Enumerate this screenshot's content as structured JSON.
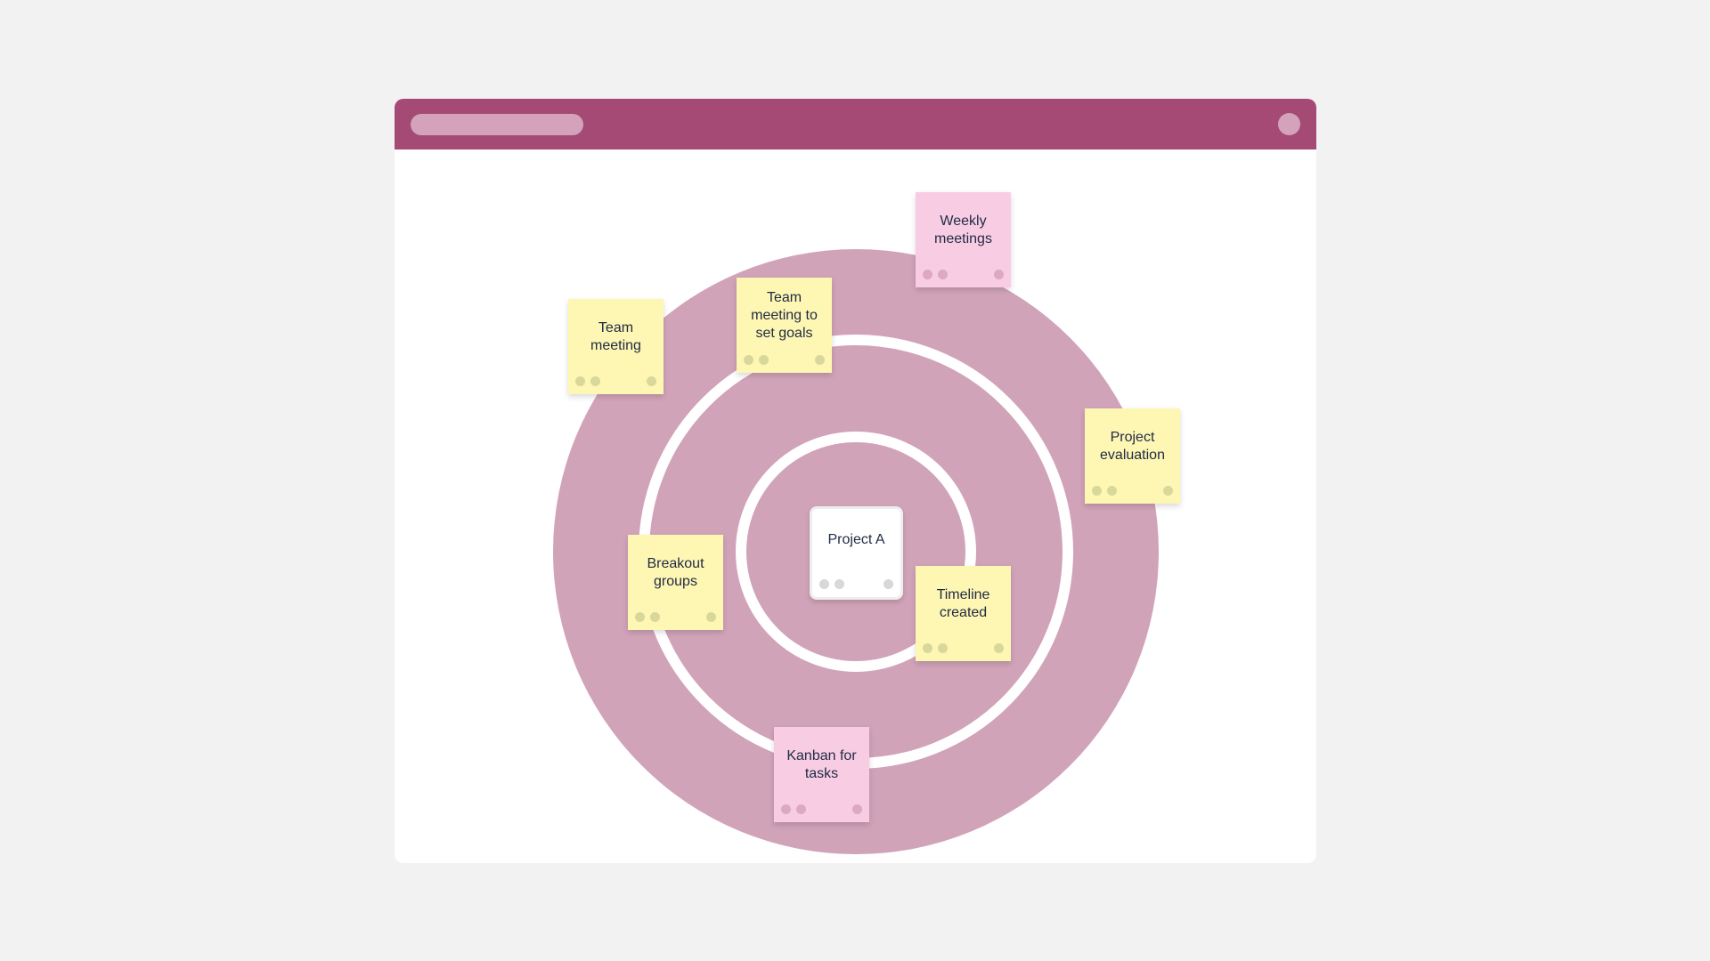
{
  "diagram": {
    "center": {
      "label": "Project A"
    },
    "notes": [
      {
        "id": "weekly-meetings",
        "label": "Weekly\nmeetings",
        "color": "pink"
      },
      {
        "id": "team-meeting-goals",
        "label": "Team\nmeeting to\nset goals",
        "color": "yellow"
      },
      {
        "id": "team-meeting",
        "label": "Team\nmeeting",
        "color": "yellow"
      },
      {
        "id": "project-evaluation",
        "label": "Project\nevaluation",
        "color": "yellow"
      },
      {
        "id": "breakout-groups",
        "label": "Breakout\ngroups",
        "color": "yellow"
      },
      {
        "id": "timeline-created",
        "label": "Timeline\ncreated",
        "color": "yellow"
      },
      {
        "id": "kanban-tasks",
        "label": "Kanban for\ntasks",
        "color": "pink"
      }
    ]
  },
  "colors": {
    "titlebar": "#a44a74",
    "ring": "#d1a3b8",
    "note_yellow": "#fef6b3",
    "note_pink": "#f8cde4"
  }
}
